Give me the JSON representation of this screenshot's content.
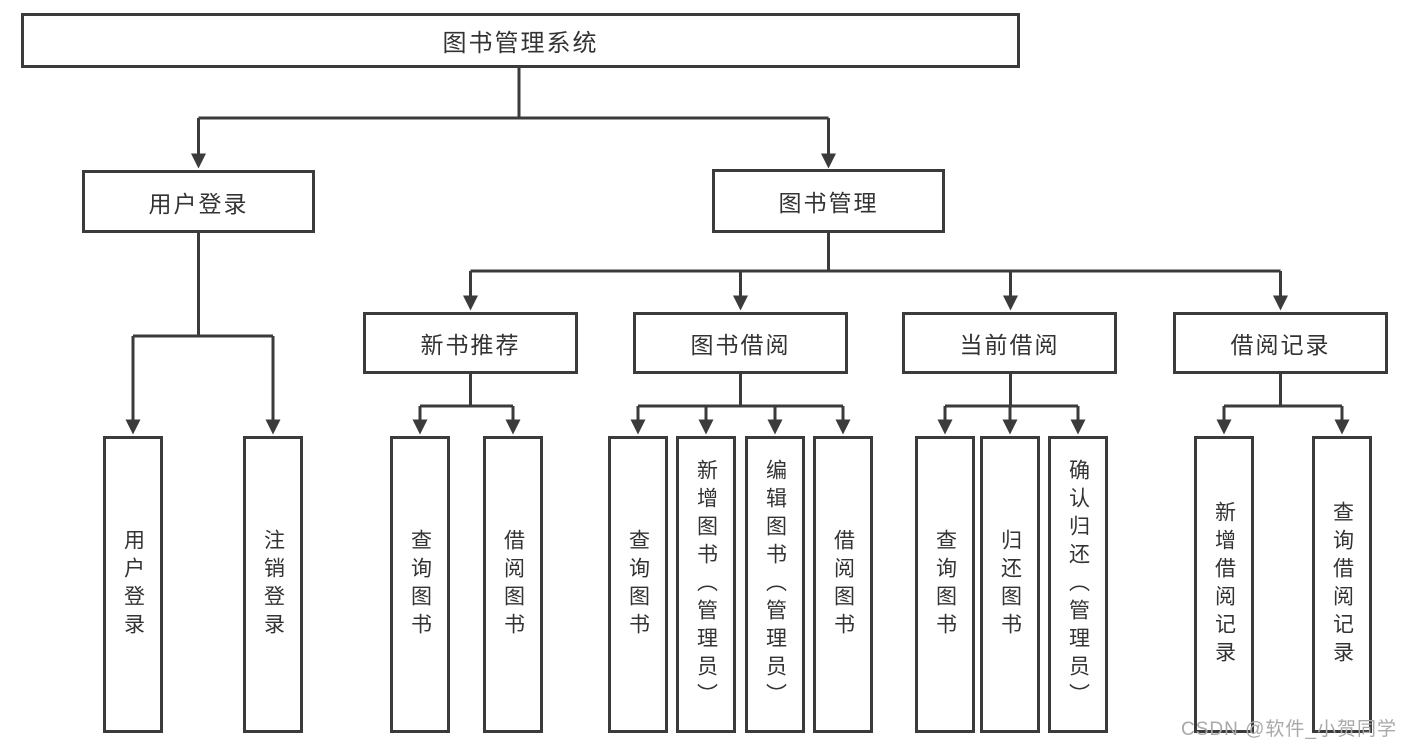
{
  "tree": {
    "root": {
      "label": "图书管理系统",
      "children": [
        {
          "label": "用户登录",
          "children": [
            {
              "label": "用户登录"
            },
            {
              "label": "注销登录"
            }
          ]
        },
        {
          "label": "图书管理",
          "children": [
            {
              "label": "新书推荐",
              "children": [
                {
                  "label": "查询图书"
                },
                {
                  "label": "借阅图书"
                }
              ]
            },
            {
              "label": "图书借阅",
              "children": [
                {
                  "label": "查询图书"
                },
                {
                  "label": "新增图书（管理员）"
                },
                {
                  "label": "编辑图书（管理员）"
                },
                {
                  "label": "借阅图书"
                }
              ]
            },
            {
              "label": "当前借阅",
              "children": [
                {
                  "label": "查询图书"
                },
                {
                  "label": "归还图书"
                },
                {
                  "label": "确认归还（管理员）"
                }
              ]
            },
            {
              "label": "借阅记录",
              "children": [
                {
                  "label": "新增借阅记录"
                },
                {
                  "label": "查询借阅记录"
                }
              ]
            }
          ]
        }
      ]
    }
  },
  "watermark": {
    "text": "CSDN @软件_小贺同学"
  },
  "colors": {
    "line": "#3b3b3b",
    "text": "#333333",
    "watermark": "#a9a9a9",
    "background": "#ffffff"
  }
}
